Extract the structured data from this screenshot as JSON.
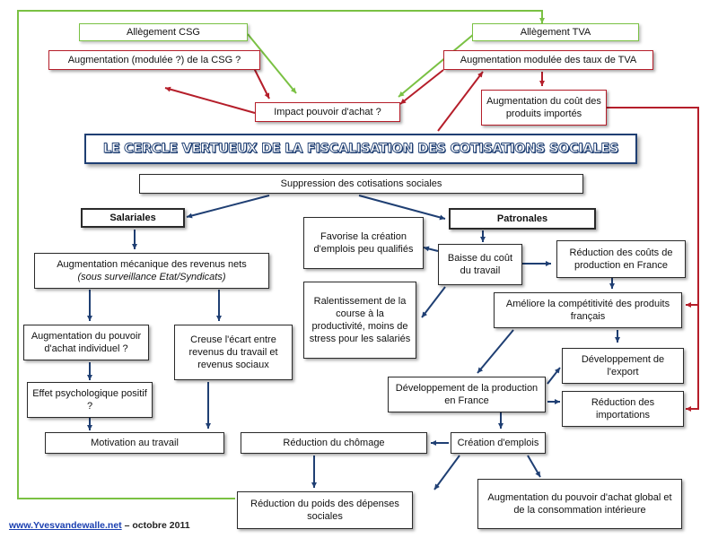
{
  "title": "LE CERCLE VERTUEUX DE LA FISCALISATION DES COTISATIONS SOCIALES",
  "boxes": {
    "allegement_csg": "Allègement CSG",
    "allegement_tva": "Allègement TVA",
    "augmentation_csg": "Augmentation (modulée ?) de la CSG ?",
    "augmentation_tva": "Augmentation modulée des taux de TVA",
    "impact_pouvoir_achat": "Impact pouvoir d'achat ?",
    "cout_produits_importes": "Augmentation du coût des produits importés",
    "suppression_cotisations": "Suppression des cotisations sociales",
    "salariales": "Salariales",
    "patronales": "Patronales",
    "revenus_nets_line1": "Augmentation mécanique des revenus nets",
    "revenus_nets_line2": "(sous surveillance Etat/Syndicats)",
    "pouvoir_achat_individuel": "Augmentation du pouvoir d'achat individuel ?",
    "creuse_ecart": "Creuse l'écart entre revenus du travail et revenus sociaux",
    "effet_psychologique": "Effet psychologique positif ?",
    "motivation_travail": "Motivation au travail",
    "favorise_emplois": "Favorise la création d'emplois peu qualifiés",
    "baisse_cout_travail": "Baisse du coût du travail",
    "reduction_couts_production": "Réduction des coûts de production en France",
    "ralentissement": "Ralentissement de la course à la productivité, moins de stress pour les salariés",
    "competitivite": "Améliore la compétitivité des produits français",
    "developpement_export": "Développement de l'export",
    "developpement_production": "Développement de la production en France",
    "reduction_importations": "Réduction des importations",
    "reduction_chomage": "Réduction du chômage",
    "creation_emplois": "Création d'emplois",
    "reduction_depenses_sociales": "Réduction du poids des dépenses sociales",
    "pouvoir_achat_global": "Augmentation du pouvoir d'achat global et de la consommation intérieure"
  },
  "footer": {
    "url": "www.Yvesvandewalle.net",
    "text": " – octobre 2011"
  },
  "colors": {
    "green": "#7ac143",
    "red": "#b51e2a",
    "navy": "#1f3f73"
  }
}
